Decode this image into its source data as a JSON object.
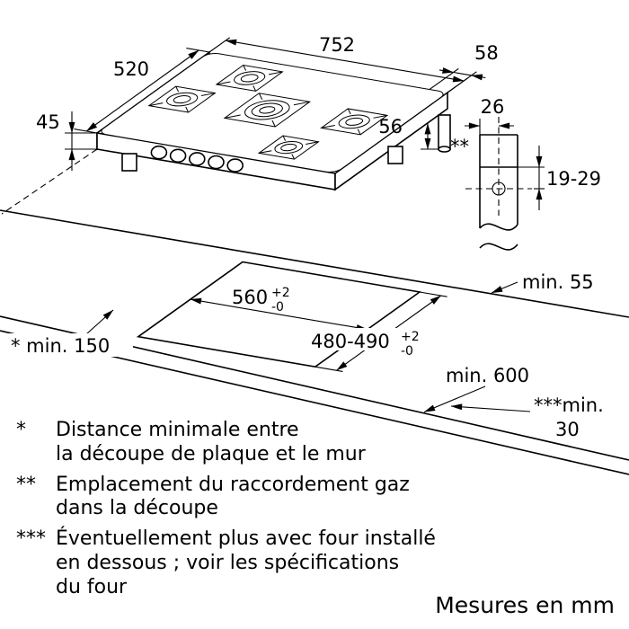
{
  "dimensions": {
    "hob_width": "752",
    "hob_depth": "520",
    "hob_right_offset": "58",
    "hob_height": "45",
    "gas_pipe_height": "56",
    "detail_offset": "26",
    "detail_gas_marker": "**",
    "detail_depth_range": "19-29",
    "min_back_clearance": "min. 55",
    "cutout_width": "560",
    "cutout_width_tol_plus": "+2",
    "cutout_width_tol_minus": "-0",
    "cutout_depth": "480-490",
    "cutout_depth_tol_plus": "+2",
    "cutout_depth_tol_minus": "-0",
    "min_wall_clearance": "* min. 150",
    "min_worktop_depth": "min. 600",
    "min_oven_clearance_label": "***min.",
    "min_oven_clearance_value": "30"
  },
  "legend": {
    "items": [
      {
        "marker": "*",
        "text": "Distance minimale entre\nla découpe de plaque et le mur"
      },
      {
        "marker": "**",
        "text": "Emplacement du raccordement gaz\ndans la découpe"
      },
      {
        "marker": "***",
        "text": "Éventuellement plus avec four installé\nen dessous ; voir les spécifications\ndu four"
      }
    ],
    "units_note": "Mesures en mm"
  },
  "colors": {
    "line": "#000000",
    "background": "#ffffff"
  }
}
